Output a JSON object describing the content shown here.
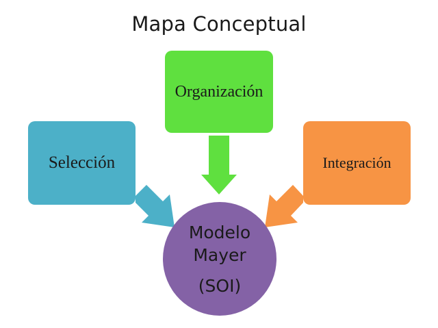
{
  "diagram": {
    "title": "Mapa Conceptual",
    "nodes": {
      "organizacion": {
        "label": "Organización",
        "color": "#5fe03f"
      },
      "seleccion": {
        "label": "Selección",
        "color": "#4cb0c8"
      },
      "integracion": {
        "label": "Integración",
        "color": "#f79444"
      },
      "center": {
        "line1": "Modelo",
        "line2": "Mayer",
        "line3": "(SOI)",
        "color": "#8462a6"
      }
    },
    "edges": [
      {
        "from": "organizacion",
        "to": "center"
      },
      {
        "from": "seleccion",
        "to": "center"
      },
      {
        "from": "integracion",
        "to": "center"
      }
    ]
  }
}
